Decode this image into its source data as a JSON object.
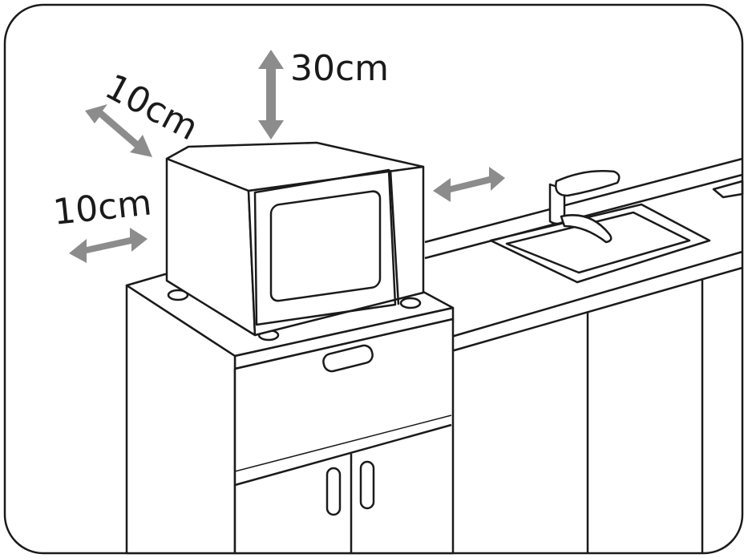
{
  "diagram": {
    "labels": {
      "top_clearance": "30cm",
      "back_clearance": "10cm",
      "side_clearance": "10cm"
    },
    "colors": {
      "line": "#1a1a1a",
      "arrow": "#8c8c8c",
      "background": "#ffffff"
    }
  }
}
